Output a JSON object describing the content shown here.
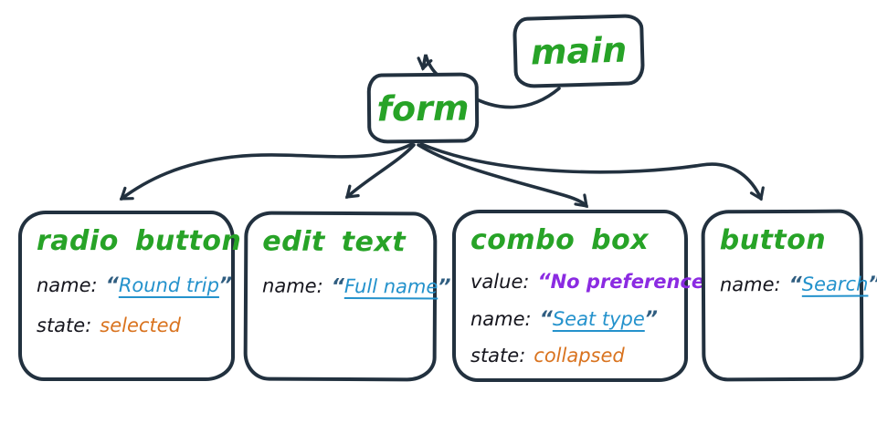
{
  "diagram": {
    "main": {
      "label": "main"
    },
    "form": {
      "label": "form"
    },
    "children": {
      "radio_button": {
        "title": "radio button",
        "rows": {
          "name": {
            "label": "name:",
            "value": "Round trip"
          },
          "state": {
            "label": "state:",
            "value": "selected"
          }
        }
      },
      "edit_text": {
        "title": "edit text",
        "rows": {
          "name": {
            "label": "name:",
            "value": "Full name"
          }
        }
      },
      "combo_box": {
        "title": "combo box",
        "rows": {
          "value": {
            "label": "value:",
            "value": "No preference"
          },
          "name": {
            "label": "name:",
            "value": "Seat type"
          },
          "state": {
            "label": "state:",
            "value": "collapsed"
          }
        }
      },
      "button": {
        "title": "button",
        "rows": {
          "name": {
            "label": "name:",
            "value": "Search"
          }
        }
      }
    }
  },
  "punctuation": {
    "open_quote": "“",
    "close_quote": "”"
  },
  "colors": {
    "role_green": "#27a327",
    "link_blue": "#2492cc",
    "value_purple": "#8b2be2",
    "state_orange": "#d9731f",
    "ink": "#22313f",
    "quote_blue": "#2f5d80",
    "text_black": "#15151d",
    "background": "#ffffff"
  }
}
